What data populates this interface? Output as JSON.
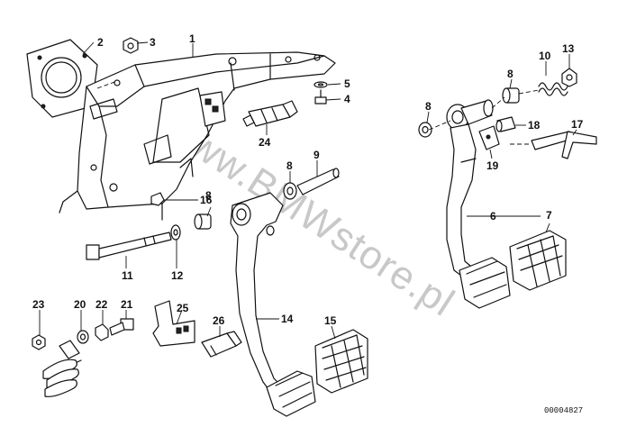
{
  "callouts": {
    "c1": "1",
    "c2": "2",
    "c3": "3",
    "c4": "4",
    "c5": "5",
    "c6": "6",
    "c7": "7",
    "c8a": "8",
    "c8b": "8",
    "c8c": "8",
    "c8d": "8",
    "c9": "9",
    "c10": "10",
    "c11": "11",
    "c12": "12",
    "c13": "13",
    "c14": "14",
    "c15": "15",
    "c16": "16",
    "c17": "17",
    "c18": "18",
    "c19": "19",
    "c20": "20",
    "c21": "21",
    "c22": "22",
    "c23": "23",
    "c24": "24",
    "c25": "25",
    "c26": "26"
  },
  "watermark": "www.BMWstore.pl",
  "diagram_code": "00004827"
}
